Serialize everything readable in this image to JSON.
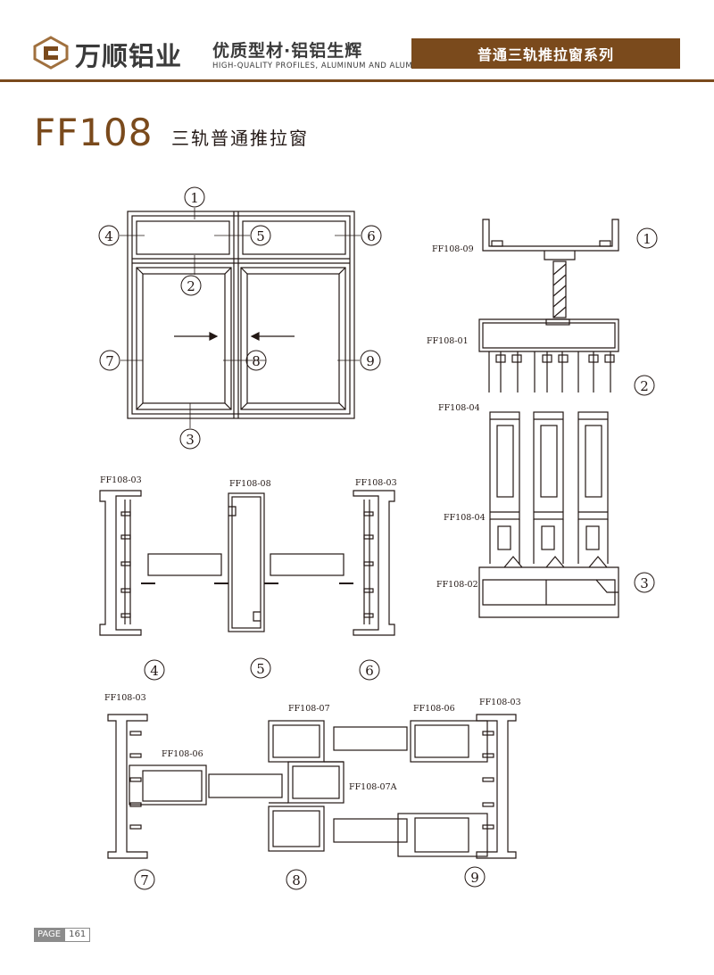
{
  "header": {
    "brand": "万顺铝业",
    "slogan": "优质型材·铝铝生辉",
    "slogan_en": "HIGH-QUALITY PROFILES, ALUMINUM AND ALUMINUM",
    "series": "普通三轨推拉窗系列"
  },
  "title": {
    "model": "FF108",
    "name": "三轨普通推拉窗"
  },
  "markers": [
    "1",
    "2",
    "3",
    "4",
    "5",
    "6",
    "7",
    "8",
    "9"
  ],
  "labels": {
    "ff09": "FF108-09",
    "ff01": "FF108-01",
    "ff04a": "FF108-04",
    "ff04b": "FF108-04",
    "ff02": "FF108-02",
    "ff03a": "FF108-03",
    "ff08": "FF108-08",
    "ff03b": "FF108-03",
    "ff03c": "FF108-03",
    "ff06a": "FF108-06",
    "ff07": "FF108-07",
    "ff06b": "FF108-06",
    "ff03d": "FF108-03",
    "ff07a": "FF108-07A"
  },
  "footer": {
    "page_label": "PAGE",
    "page_number": "161"
  },
  "colors": {
    "brand": "#7a4a1c",
    "line": "#231815"
  }
}
